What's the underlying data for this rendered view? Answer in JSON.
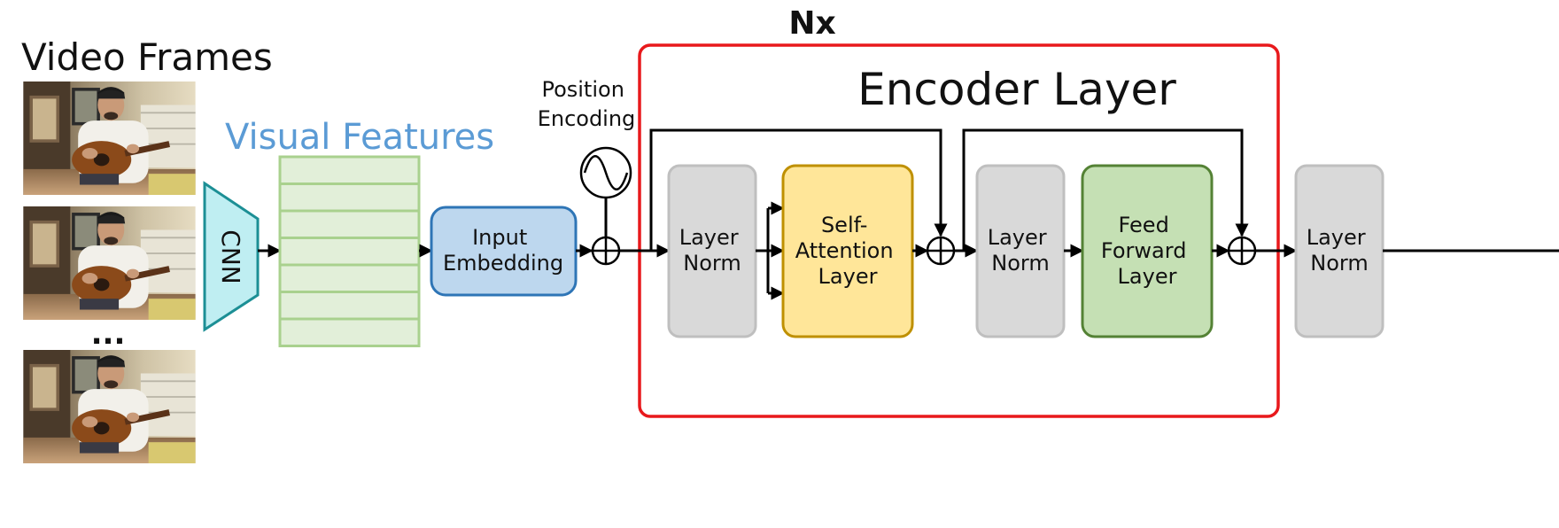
{
  "title": "Video Frames",
  "repeat_label": "Nx",
  "visual_features_label": "Visual Features",
  "position_encoding_label": [
    "Position",
    "Encoding"
  ],
  "encoder_title": "Encoder Layer",
  "cnn_label": "CNN",
  "ellipsis": "...",
  "blocks": {
    "input_embedding": [
      "Input",
      "Embedding"
    ],
    "layer_norm_1": [
      "Layer",
      "Norm"
    ],
    "self_attention": [
      "Self-",
      "Attention",
      "Layer"
    ],
    "layer_norm_2": [
      "Layer",
      "Norm"
    ],
    "feed_forward": [
      "Feed",
      "Forward",
      "Layer"
    ],
    "layer_norm_final": [
      "Layer",
      "Norm"
    ]
  },
  "colors": {
    "encoder_border": "#e8191c",
    "visual_features": "#5b9bd5",
    "cnn_fill": "#bfeef2",
    "cnn_stroke": "#1c8f95",
    "feature_fill": "#e2efd9",
    "feature_stroke": "#a9d18e",
    "embedding_fill": "#bdd7ee",
    "embedding_stroke": "#2e75b6",
    "norm_fill": "#d9d9d9",
    "norm_stroke": "#bfbfbf",
    "attention_fill": "#ffe699",
    "attention_stroke": "#bf9000",
    "ffn_fill": "#c5e0b4",
    "ffn_stroke": "#548235"
  }
}
